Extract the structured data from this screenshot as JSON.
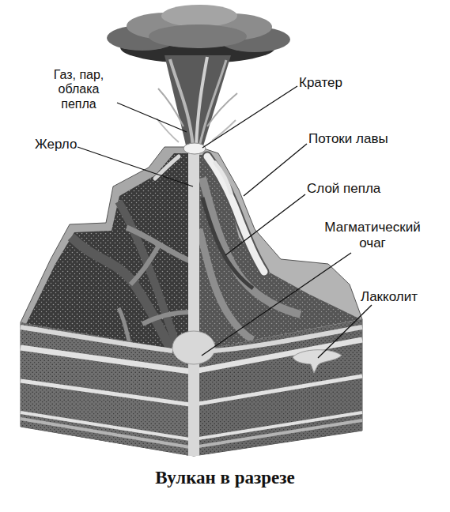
{
  "diagram": {
    "caption": "Вулкан в разрезе",
    "labels": [
      "Газ, пар, облака пепла",
      "Кратер",
      "Жерло",
      "Потоки лавы",
      "Слой пепла",
      "Магматический очаг",
      "Лакколит"
    ]
  }
}
